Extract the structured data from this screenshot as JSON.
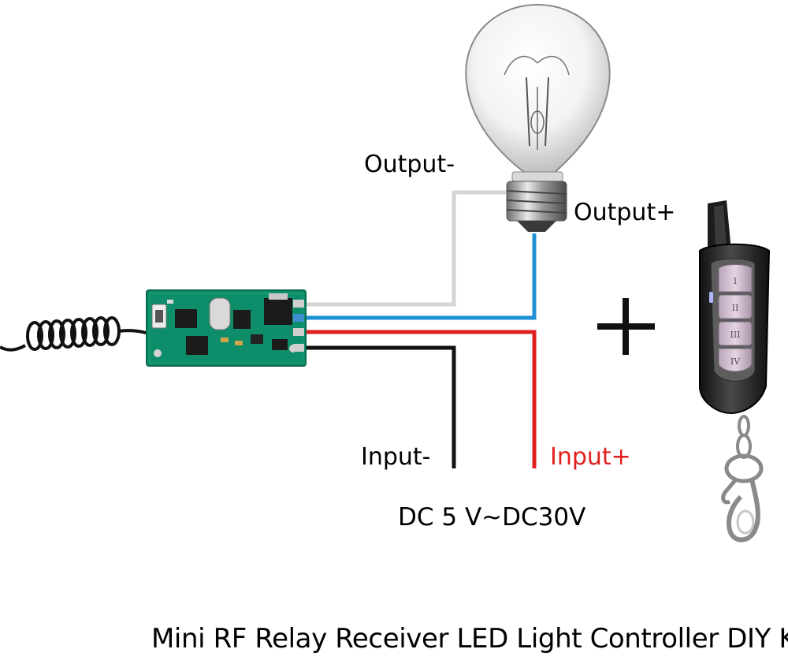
{
  "diagram": {
    "labels": {
      "output_minus": "Output-",
      "output_plus": "Output+",
      "input_minus": "Input-",
      "input_plus": "Input+",
      "voltage": "DC  5 V~DC30V",
      "plus_sign": "+",
      "title": "Mini RF Relay Receiver LED Light Controller DIY Kit"
    },
    "remote_buttons": [
      "I",
      "II",
      "III",
      "IV"
    ],
    "wire_colors": {
      "output_minus": "#d4d4d4",
      "output_plus": "#1e90d6",
      "input_plus": "#e0201e",
      "input_minus": "#111111"
    },
    "board_color": "#0e8d6a"
  }
}
